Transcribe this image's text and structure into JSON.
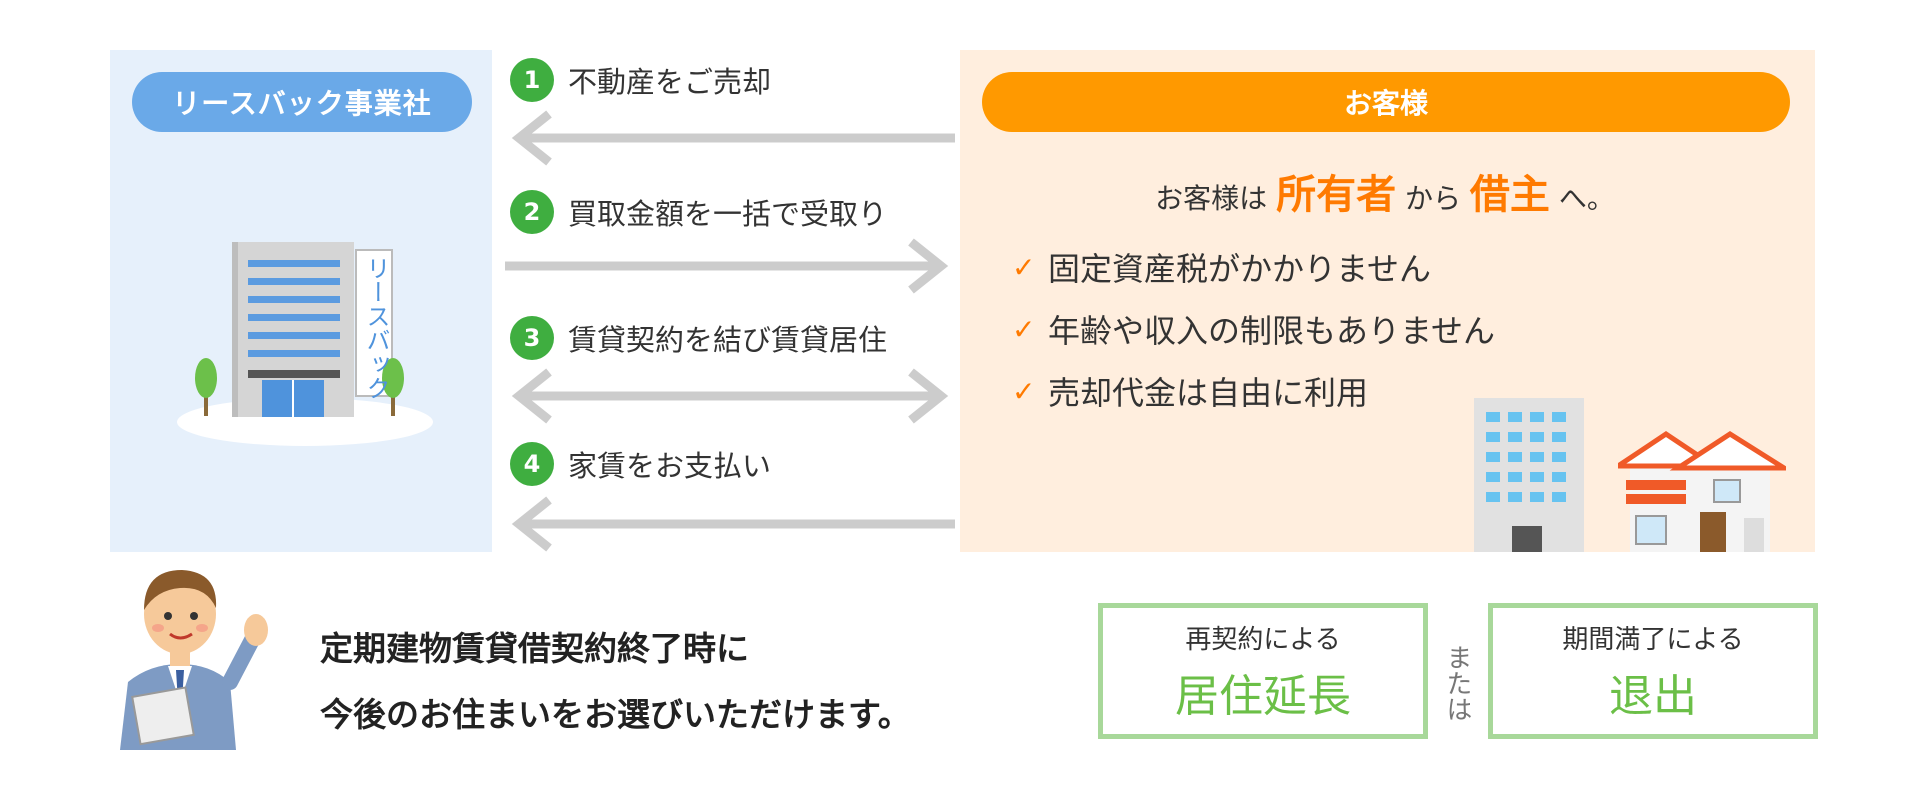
{
  "company": {
    "label": "リースバック事業社",
    "building_sign": "リースバック"
  },
  "customer": {
    "label": "お客様",
    "summary": {
      "prefix": "お客様は",
      "from_word": "所有者",
      "middle": "から",
      "to_word": "借主",
      "suffix": "へ。"
    },
    "benefits": [
      "固定資産税がかかりません",
      "年齢や収入の制限もありません",
      "売却代金は自由に利用"
    ]
  },
  "steps": [
    {
      "number": "1",
      "label": "不動産をご売却"
    },
    {
      "number": "2",
      "label": "買取金額を一括で受取り"
    },
    {
      "number": "3",
      "label": "賃貸契約を結び賃貸居住"
    },
    {
      "number": "4",
      "label": "家賃をお支払い"
    }
  ],
  "bottom": {
    "line1": "定期建物賃貸借契約終了時に",
    "line2": "今後のお住まいをお選びいただけます。",
    "option1": {
      "small": "再契約による",
      "big": "居住延長"
    },
    "or_text": "または",
    "option2": {
      "small": "期間満了による",
      "big": "退出"
    }
  },
  "colors": {
    "company_bg": "#e6f0fb",
    "company_accent": "#6aa9e8",
    "customer_bg": "#ffeede",
    "customer_accent": "#ff9900",
    "highlight": "#ff7a00",
    "step_green": "#3fae40",
    "arrow_gray": "#cccccc",
    "option_border": "#a8d89a",
    "option_text": "#6bbf47"
  }
}
